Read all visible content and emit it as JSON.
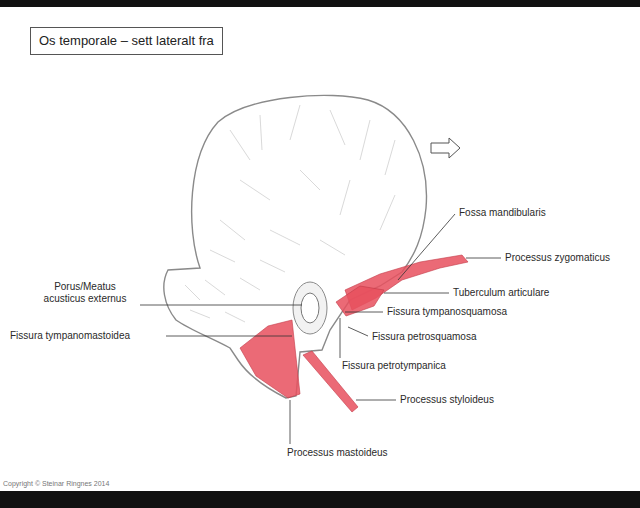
{
  "diagram": {
    "title": "Os temporale – sett lateralt fra",
    "labels": [
      "Fossa mandibularis",
      "Processus zygomaticus",
      "Porus/Meatus acusticus externus",
      "Tuberculum articulare",
      "Fissura tympanosquamosa",
      "Fissura tympanomastoidea",
      "Fissura petrosquamosa",
      "Fissura petrotympanica",
      "Processus styloideus",
      "Processus mastoideus",
      "Copyright © Steinar Ringnes 2014"
    ]
  }
}
